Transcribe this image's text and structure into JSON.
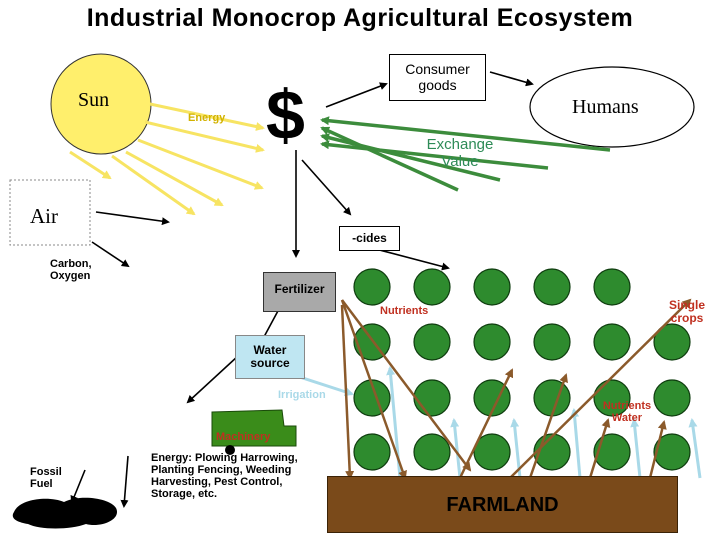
{
  "title": "Industrial Monocrop Agricultural Ecosystem",
  "nodes": {
    "sun": "Sun",
    "energy": "Energy",
    "dollar": "$",
    "consumer_goods": "Consumer goods",
    "humans": "Humans",
    "exchange_value": "Exchange Value",
    "air": "Air",
    "carbon_oxygen": "Carbon, Oxygen",
    "cides": "-cides",
    "fertilizer": "Fertilizer",
    "nutrients": "Nutrients",
    "single_crops": "Single crops",
    "water_source": "Water source",
    "irrigation": "Irrigation",
    "nutrients_water": "Nutrients Water",
    "machinery": "Machinery",
    "fossil_fuel": "Fossil Fuel",
    "machinery_energy": "Energy: Plowing Harrowing, Planting Fencing, Weeding Harvesting, Pest Control, Storage, etc.",
    "farmland": "FARMLAND"
  },
  "colors": {
    "sun": "#ffef6c",
    "sun_rays": "#f7e463",
    "arrow": "#000000",
    "exchange_arrow": "#3c8c3c",
    "exchange_text": "#2e8b57",
    "crop": "#2e8b2e",
    "farmland": "#7a4a1a",
    "root": "#8b5a2b",
    "water": "#a9d9e8",
    "fertilizer_box": "#a9a9a9",
    "machinery": "#3a8c1a",
    "nutrients_text": "#c03020"
  }
}
